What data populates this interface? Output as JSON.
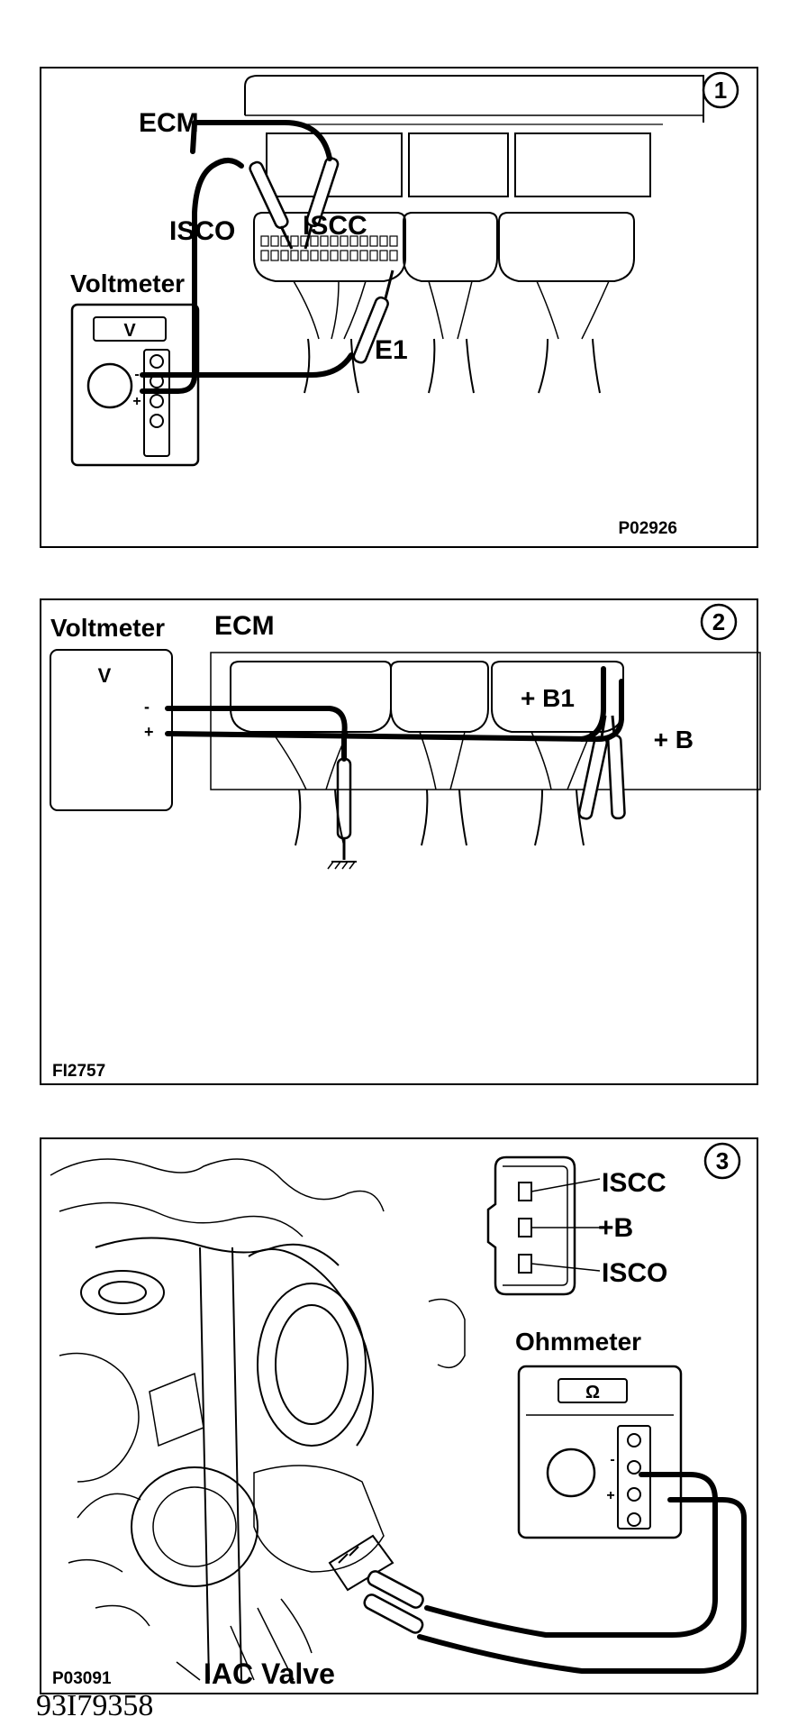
{
  "panel1": {
    "number": "1",
    "labels": {
      "ecm": "ECM",
      "isco": "ISCO",
      "iscc": "ISCC",
      "e1": "E1",
      "voltmeter": "Voltmeter",
      "meter_symbol": "V",
      "minus": "-",
      "plus": "+"
    },
    "figure_code": "P02926"
  },
  "panel2": {
    "number": "2",
    "labels": {
      "ecm": "ECM",
      "voltmeter": "Voltmeter",
      "meter_symbol": "V",
      "minus": "-",
      "plus": "+",
      "b1": "+ B1",
      "b": "+ B"
    },
    "figure_code": "FI2757"
  },
  "panel3": {
    "number": "3",
    "labels": {
      "iscc": "ISCC",
      "b": "+B",
      "isco": "ISCO",
      "ohmmeter": "Ohmmeter",
      "meter_symbol": "Ω",
      "minus": "-",
      "plus": "+",
      "iac_valve": "IAC Valve"
    },
    "figure_code": "P03091"
  },
  "caption": "93I79358"
}
